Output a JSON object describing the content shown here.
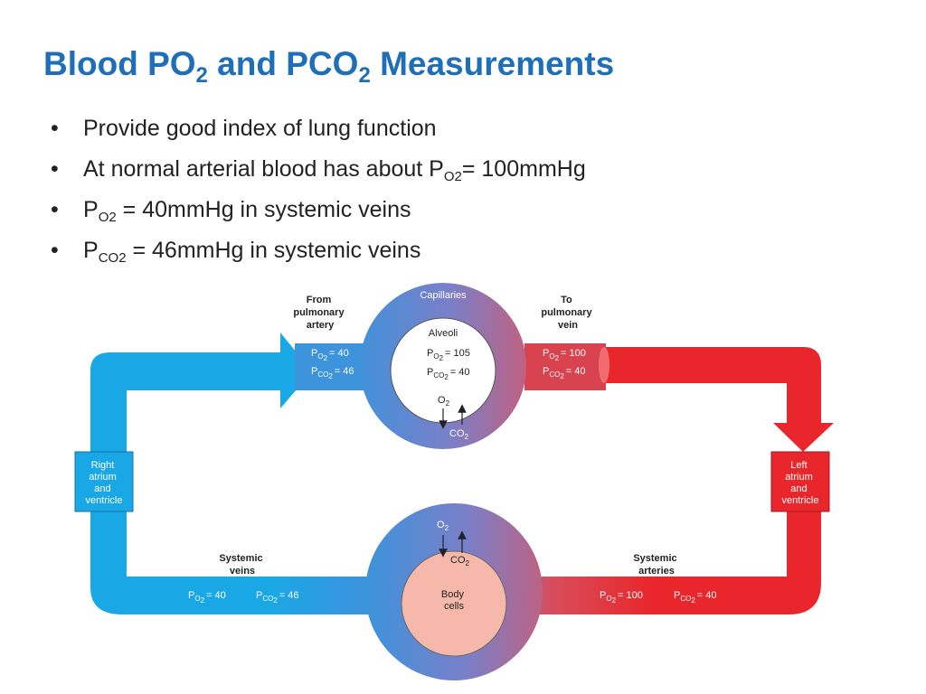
{
  "slide": {
    "title": {
      "part1": "Blood PO",
      "sub1": "2",
      "part2": " and PCO",
      "sub2": "2",
      "part3": " Measurements"
    },
    "bullets": [
      {
        "pre": "Provide good index of lung function"
      },
      {
        "pre": "At normal arterial blood has about  P",
        "sub": "O2",
        "post": "= 100mmHg"
      },
      {
        "pre": "P",
        "sub": "O2",
        "post": " = 40mmHg in systemic veins"
      },
      {
        "pre": "P",
        "sub": "CO2",
        "post": " = 46mmHg in systemic veins"
      }
    ]
  },
  "diagram": {
    "colors": {
      "venous": "#1aa7e6",
      "arterial": "#e8262b",
      "circle_mid": "#7b7fc8",
      "body_cells": "#f5b8aa"
    },
    "labels": {
      "from_pulmonary": [
        "From",
        "pulmonary",
        "artery"
      ],
      "to_pulmonary": [
        "To",
        "pulmonary",
        "vein"
      ],
      "capillaries": "Capillaries",
      "alveoli": "Alveoli",
      "right_heart": [
        "Right",
        "atrium",
        "and",
        "ventricle"
      ],
      "left_heart": [
        "Left",
        "atrium",
        "and",
        "ventricle"
      ],
      "systemic_veins": [
        "Systemic",
        "veins"
      ],
      "systemic_arteries": [
        "Systemic",
        "arteries"
      ],
      "body_cells": [
        "Body",
        "cells"
      ]
    },
    "gas": {
      "p": "P",
      "o2_sub": "O",
      "co2_sub": "CO",
      "two": "2",
      "o2": "O",
      "co2": "CO"
    },
    "values": {
      "pulm_in_po2": "= 40",
      "pulm_in_pco2": "= 46",
      "pulm_out_po2": "= 100",
      "pulm_out_pco2": "= 40",
      "alveoli_po2": "= 105",
      "alveoli_pco2": "= 40",
      "veins_po2": "= 40",
      "veins_pco2": "= 46",
      "arteries_po2": "= 100",
      "arteries_pco2": "= 40"
    }
  }
}
